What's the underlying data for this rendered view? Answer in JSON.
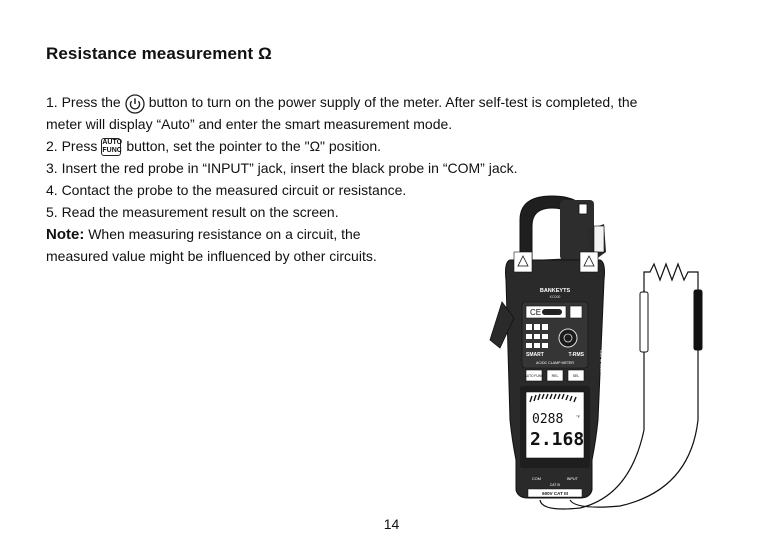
{
  "heading": "Resistance measurement Ω",
  "steps": {
    "s1_pre": "1.  Press the",
    "s1_post": "button to turn on the power supply of the meter. After self-test is completed, the",
    "s1_line2": "meter will display “Auto” and enter the smart measurement mode.",
    "s2_pre": "2.  Press",
    "s2_post": "button, set the pointer to the \"Ω\" position.",
    "s3": "3.  Insert the red probe in “INPUT” jack, insert the black probe in “COM” jack.",
    "s4": "4.  Contact the probe to the measured circuit or resistance.",
    "s5": "5.  Read the measurement result on the screen."
  },
  "note": {
    "label": "Note:",
    "text": " When measuring resistance on a circuit, the",
    "line2": "measured value might be influenced by other circuits."
  },
  "auto_func_icon": {
    "line1": "AUTO",
    "line2": "FUNC"
  },
  "meter": {
    "brand": "BANKEYTS",
    "model": "KC000",
    "smart": "SMART",
    "trms": "T-RMS",
    "subtitle": "AC/DC CLAMP METER",
    "btn_auto": "AUTO FUNC",
    "btn_rel": "REL",
    "btn_sel": "SEL",
    "lcd_top": "0288",
    "lcd_unit_top": "°F",
    "lcd_main": "2.168",
    "jack_com": "COM",
    "jack_input": "INPUT",
    "cat": "CAT III",
    "bottom_label": "600V CAT III",
    "side_label": "CAT III 600V"
  },
  "page_number": "14",
  "colors": {
    "text": "#111111",
    "meter_body": "#2a2a2a",
    "lcd": "#ffffff"
  }
}
